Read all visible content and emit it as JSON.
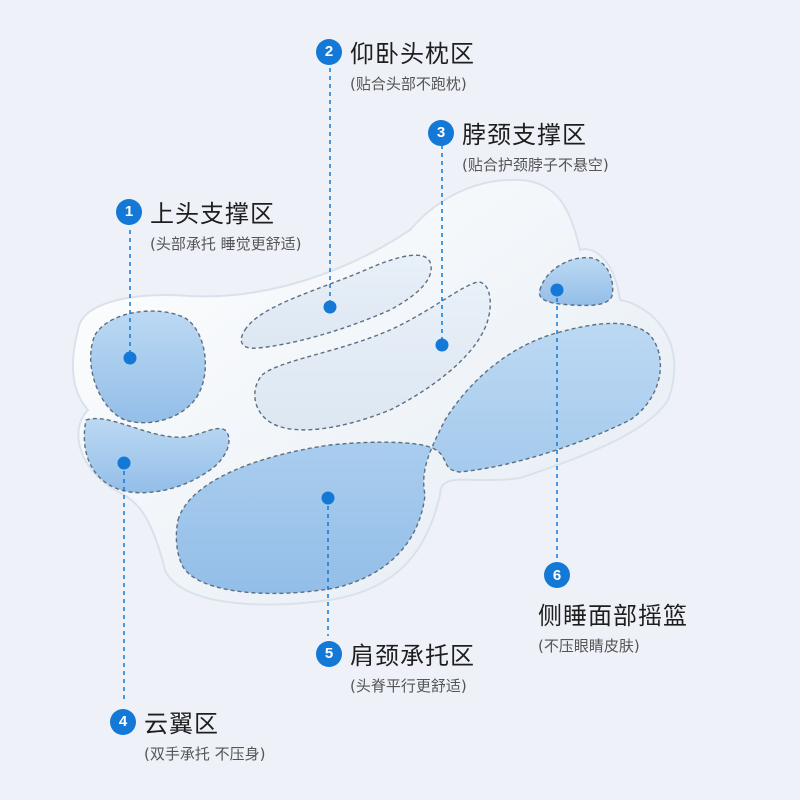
{
  "zones": [
    {
      "number": "1",
      "title": "上头支撑区",
      "desc": "(头部承托 睡觉更舒适)"
    },
    {
      "number": "2",
      "title": "仰卧头枕区",
      "desc": "(贴合头部不跑枕)"
    },
    {
      "number": "3",
      "title": "脖颈支撑区",
      "desc": "(贴合护颈脖子不悬空)"
    },
    {
      "number": "4",
      "title": "云翼区",
      "desc": "(双手承托 不压身)"
    },
    {
      "number": "5",
      "title": "肩颈承托区",
      "desc": "(头脊平行更舒适)"
    },
    {
      "number": "6",
      "title": "侧睡面部摇篮",
      "desc": "(不压眼睛皮肤)"
    }
  ],
  "colors": {
    "accent": "#1479d6",
    "background": "#eef2f8",
    "pillow": "#f4f7fb",
    "zone_fill": "#a9cdee"
  }
}
